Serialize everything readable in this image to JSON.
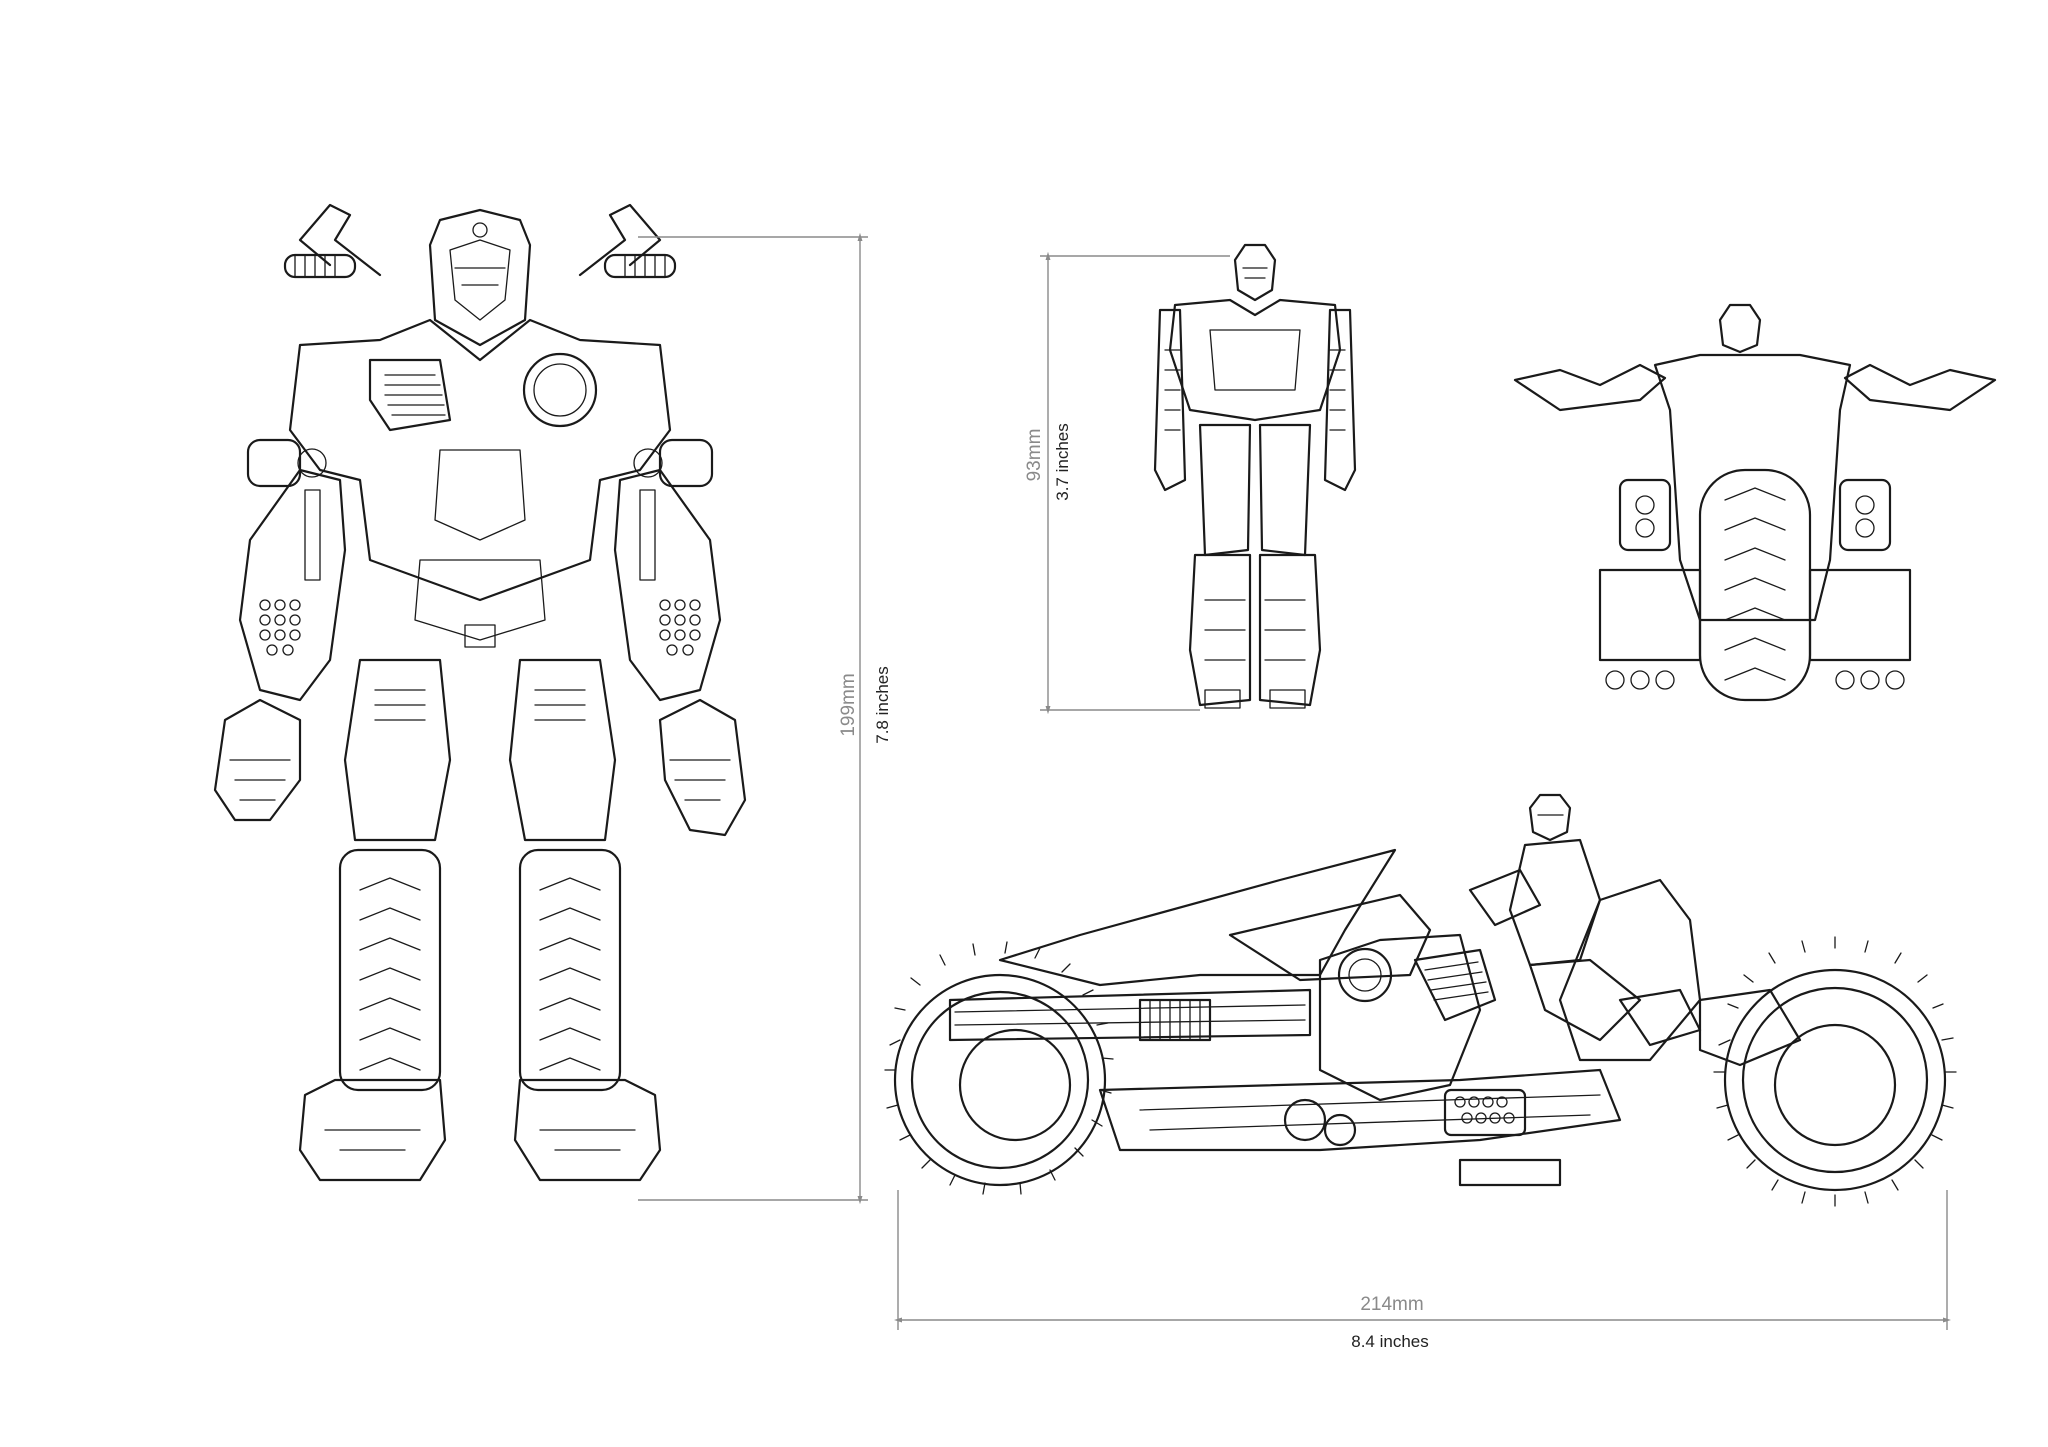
{
  "dimensions": {
    "robot_front_height": {
      "mm": "199mm",
      "inches": "7.8 inches"
    },
    "small_robot_height": {
      "mm": "93mm",
      "inches": "3.7 inches"
    },
    "bike_length": {
      "mm": "214mm",
      "inches": "8.4 inches"
    }
  },
  "colors": {
    "line": "#1a1a1a",
    "dimension": "#8a8a8a",
    "background": "#ffffff"
  }
}
